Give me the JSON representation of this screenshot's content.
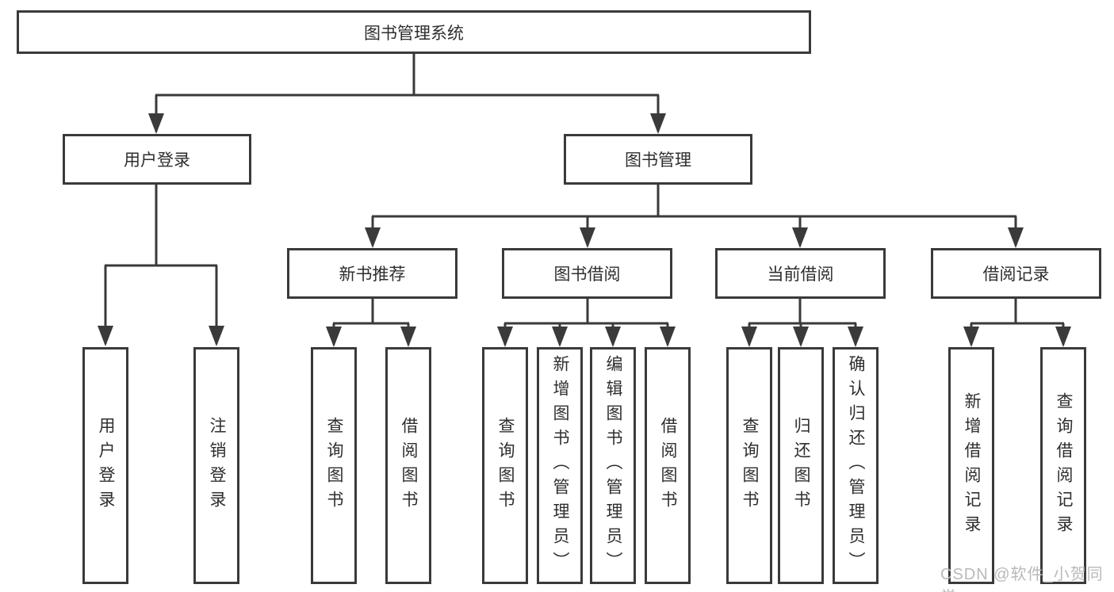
{
  "diagram": {
    "root": {
      "label": "图书管理系统"
    },
    "level2": [
      {
        "label": "用户登录"
      },
      {
        "label": "图书管理"
      }
    ],
    "level3": [
      {
        "label": "新书推荐"
      },
      {
        "label": "图书借阅"
      },
      {
        "label": "当前借阅"
      },
      {
        "label": "借阅记录"
      }
    ],
    "leaves": [
      {
        "label": "用户登录"
      },
      {
        "label": "注销登录"
      },
      {
        "label": "查询图书"
      },
      {
        "label": "借阅图书"
      },
      {
        "label": "查询图书"
      },
      {
        "label": "新增图书（管理员）"
      },
      {
        "label": "编辑图书（管理员）"
      },
      {
        "label": "借阅图书"
      },
      {
        "label": "查询图书"
      },
      {
        "label": "归还图书"
      },
      {
        "label": "确认归还（管理员）"
      },
      {
        "label": "新增借阅记录"
      },
      {
        "label": "查询借阅记录"
      }
    ]
  },
  "watermark": {
    "text": "CSDN @软件_小贺同学"
  },
  "colors": {
    "line": "#3a3a3a",
    "text": "#2e2e2e",
    "watermark": "#b9b9b9",
    "background": "#ffffff"
  }
}
